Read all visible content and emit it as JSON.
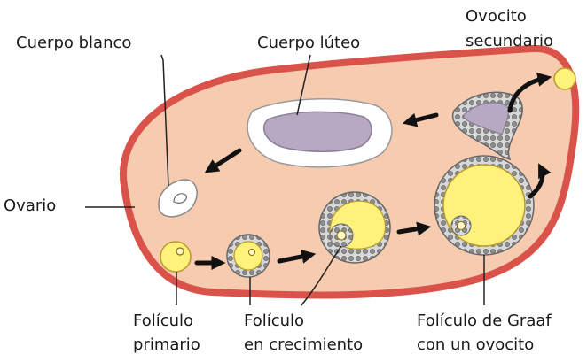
{
  "labels": {
    "cuerpo_blanco": "Cuerpo blanco",
    "cuerpo_luteo": "Cuerpo lúteo",
    "ovocito_secundario_1": "Ovocito",
    "ovocito_secundario_2": "secundario",
    "ovario": "Ovario",
    "foliculo_primario_1": "Folículo",
    "foliculo_primario_2": "primario",
    "foliculo_crecimiento_1": "Folículo",
    "foliculo_crecimiento_2": "en crecimiento",
    "foliculo_graaf_1": "Folículo de Graaf",
    "foliculo_graaf_2": "con un ovocito"
  },
  "colors": {
    "ovary_fill": "#f6cbb0",
    "ovary_border": "#d9534a",
    "oocyte": "#fff27a",
    "corpus_luteum": "#b7a9c2",
    "granulosa": "#9a9a9a",
    "arrow": "#111111"
  }
}
